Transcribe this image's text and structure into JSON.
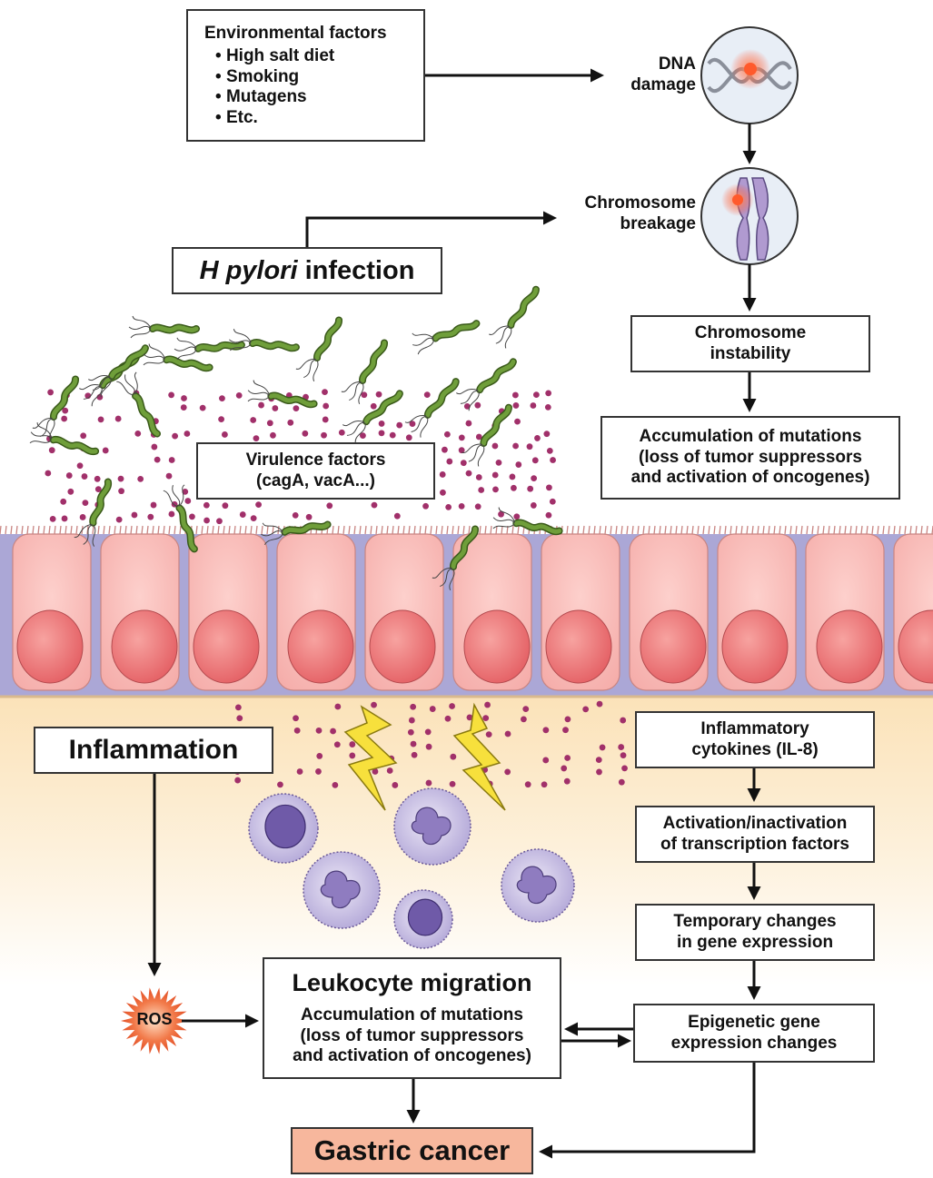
{
  "environmental": {
    "title": "Environmental factors",
    "items": [
      "High salt diet",
      "Smoking",
      "Mutagens",
      "Etc."
    ]
  },
  "dna_damage": {
    "line1": "DNA",
    "line2": "damage"
  },
  "chromosome_breakage": {
    "line1": "Chromosome",
    "line2": "breakage"
  },
  "hpylori": {
    "italic": "H pylori",
    "rest": " infection"
  },
  "chromosome_instability": {
    "line1": "Chromosome",
    "line2": "instability"
  },
  "accum_top": {
    "line1": "Accumulation of mutations",
    "line2": "(loss of tumor suppressors",
    "line3": "and activation of oncogenes)"
  },
  "virulence": {
    "line1": "Virulence factors",
    "line2": "(cagA, vacA...)"
  },
  "inflammation": "Inflammation",
  "cytokines": {
    "line1": "Inflammatory",
    "line2": "cytokines (IL-8)"
  },
  "transcription": {
    "line1": "Activation/inactivation",
    "line2": "of transcription factors"
  },
  "temporary": {
    "line1": "Temporary changes",
    "line2": "in gene expression"
  },
  "epigenetic": {
    "line1": "Epigenetic gene",
    "line2": "expression changes"
  },
  "leukocyte": {
    "title": "Leukocyte migration",
    "line1": "Accumulation of mutations",
    "line2": "(loss of tumor suppressors",
    "line3": "and activation of oncogenes)"
  },
  "ros": "ROS",
  "gastric_cancer": "Gastric cancer",
  "colors": {
    "arrow": "#111111",
    "cell_fill": "#f6b4b0",
    "nucleus": "#e7696b",
    "interstitial": "#a9a6d4",
    "bacteria": "#5b8a2e",
    "dot": "#a1306a",
    "leukocyte": "#8f7cc0",
    "lightning": "#f7e03c",
    "ros": "#e8582e",
    "cancer_box": "#f7b79d",
    "tissue": "#fde6c4"
  }
}
